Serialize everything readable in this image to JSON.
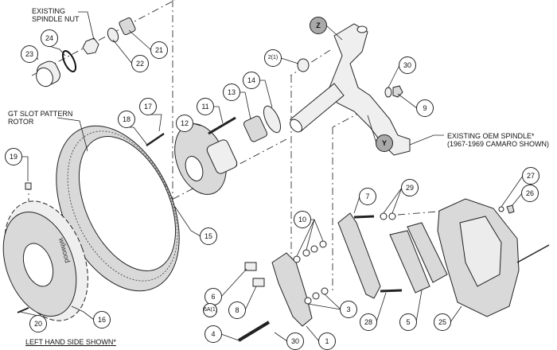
{
  "notes": {
    "spindle_nut": "EXISTING\nSPINDLE NUT",
    "rotor": "GT SLOT PATTERN\nROTOR",
    "oem_spindle": "EXISTING OEM SPINDLE*\n(1967-1969 CAMARO SHOWN)",
    "side_shown": "LEFT HAND SIDE SHOWN*"
  },
  "callouts": {
    "c23": "23",
    "c24": "24",
    "c22": "22",
    "c21": "21",
    "c17": "17",
    "c18": "18",
    "c12": "12",
    "c11": "11",
    "c13": "13",
    "c14": "14",
    "c2": "2(1)",
    "cZ": "Z",
    "cY": "Y",
    "c30a": "30",
    "c9": "9",
    "c19": "19",
    "c15": "15",
    "c16": "16",
    "c20": "20",
    "c6": "6",
    "c6A": "6A(1)",
    "c8": "8",
    "c4": "4",
    "c30b": "30",
    "c1": "1",
    "c10": "10",
    "c3": "3",
    "c7": "7",
    "c29": "29",
    "c28": "28",
    "c5": "5",
    "c25": "25",
    "c27": "27",
    "c26": "26"
  },
  "logo_text": "wilwood"
}
